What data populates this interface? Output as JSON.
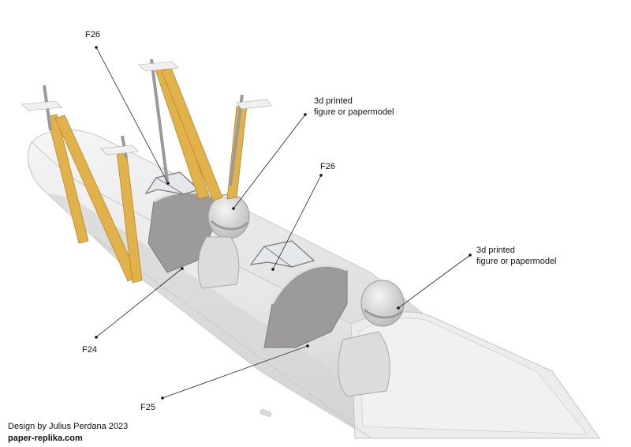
{
  "labels": {
    "f26_top": "F26",
    "f26_mid": "F26",
    "f24": "F24",
    "f25": "F25",
    "figure1_line1": "3d printed",
    "figure1_line2": "figure or papermodel",
    "figure2_line1": "3d printed",
    "figure2_line2": "figure or papermodel"
  },
  "credit": {
    "designer": "Design by Julius Perdana 2023",
    "website": "paper-replika.com"
  },
  "colors": {
    "fuselage": "#e9e9e9",
    "fuselage_shade": "#cfcfcf",
    "cockpit_floor": "#9c9a9a",
    "strut": "#e2b24a",
    "strut_dark": "#b8862a",
    "rod": "#9a9a9a"
  }
}
